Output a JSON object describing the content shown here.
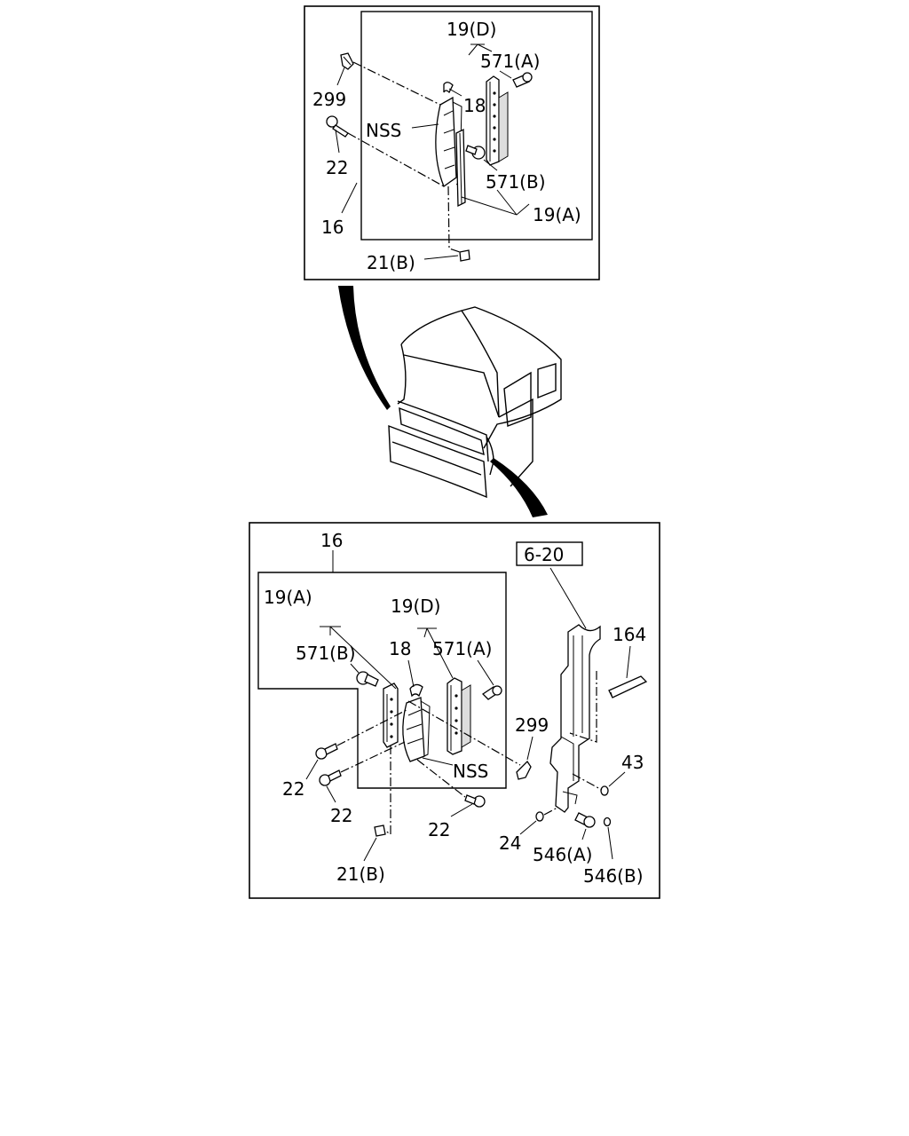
{
  "top_view": {
    "labels": {
      "l19d": "19(D)",
      "l571a": "571(A)",
      "l18": "18",
      "l299": "299",
      "lnss": "NSS",
      "l22": "22",
      "l571b": "571(B)",
      "l19a": "19(A)",
      "l16": "16",
      "l21b": "21(B)"
    }
  },
  "bottom_view": {
    "labels": {
      "l16": "16",
      "l620": "6-20",
      "l19a": "19(A)",
      "l19d": "19(D)",
      "l571b": "571(B)",
      "l18": "18",
      "l571a": "571(A)",
      "l164": "164",
      "l299": "299",
      "l22a": "22",
      "l22b": "22",
      "l22c": "22",
      "lnss": "NSS",
      "l43": "43",
      "l24": "24",
      "l546a": "546(A)",
      "l546b": "546(B)",
      "l21b": "21(B)"
    }
  }
}
